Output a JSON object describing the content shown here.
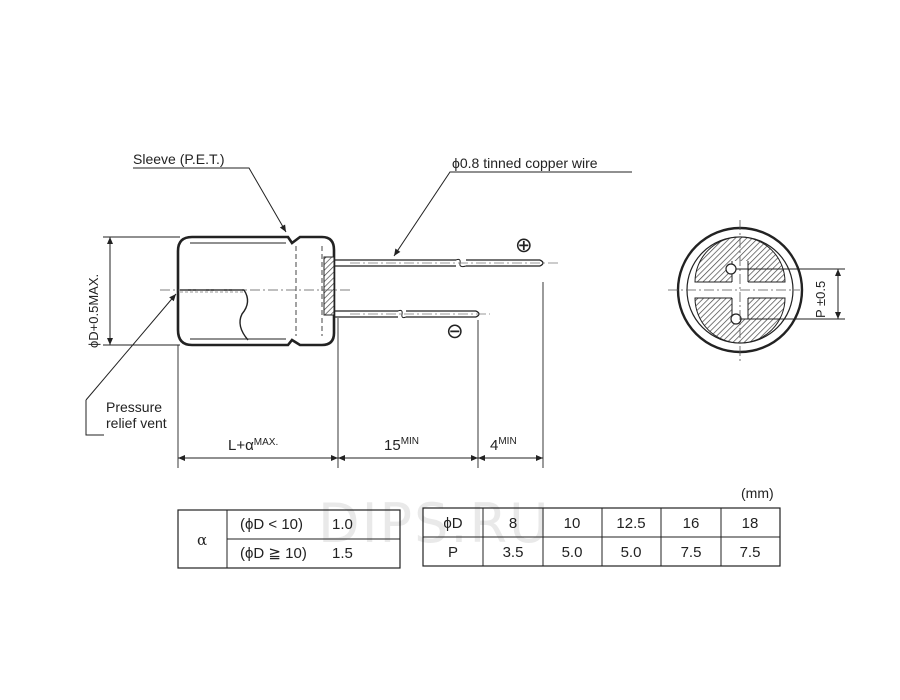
{
  "labels": {
    "sleeve": "Sleeve (P.E.T.)",
    "wire": "ϕ0.8 tinned copper wire",
    "plus": "⊕",
    "minus": "⊖",
    "dia": "ϕD+0.5MAX.",
    "vent_1": "Pressure",
    "vent_2": "relief vent",
    "len_main": "L+α",
    "len_sup": "MAX.",
    "lead_main": "15",
    "lead_sup": "MIN",
    "end_main": "4",
    "end_sup": "MIN",
    "pitch": "P ±0.5"
  },
  "watermark": "DIPS.RU",
  "unit": "(mm)",
  "alpha_table": {
    "symbol": "α",
    "rows": [
      {
        "cond": "(ϕD < 10)",
        "val": "1.0"
      },
      {
        "cond": "(ϕD ≧ 10)",
        "val": "1.5"
      }
    ]
  },
  "pitch_table": {
    "head": [
      "ϕD",
      "8",
      "10",
      "12.5",
      "16",
      "18"
    ],
    "row": [
      "P",
      "3.5",
      "5.0",
      "5.0",
      "7.5",
      "7.5"
    ]
  }
}
